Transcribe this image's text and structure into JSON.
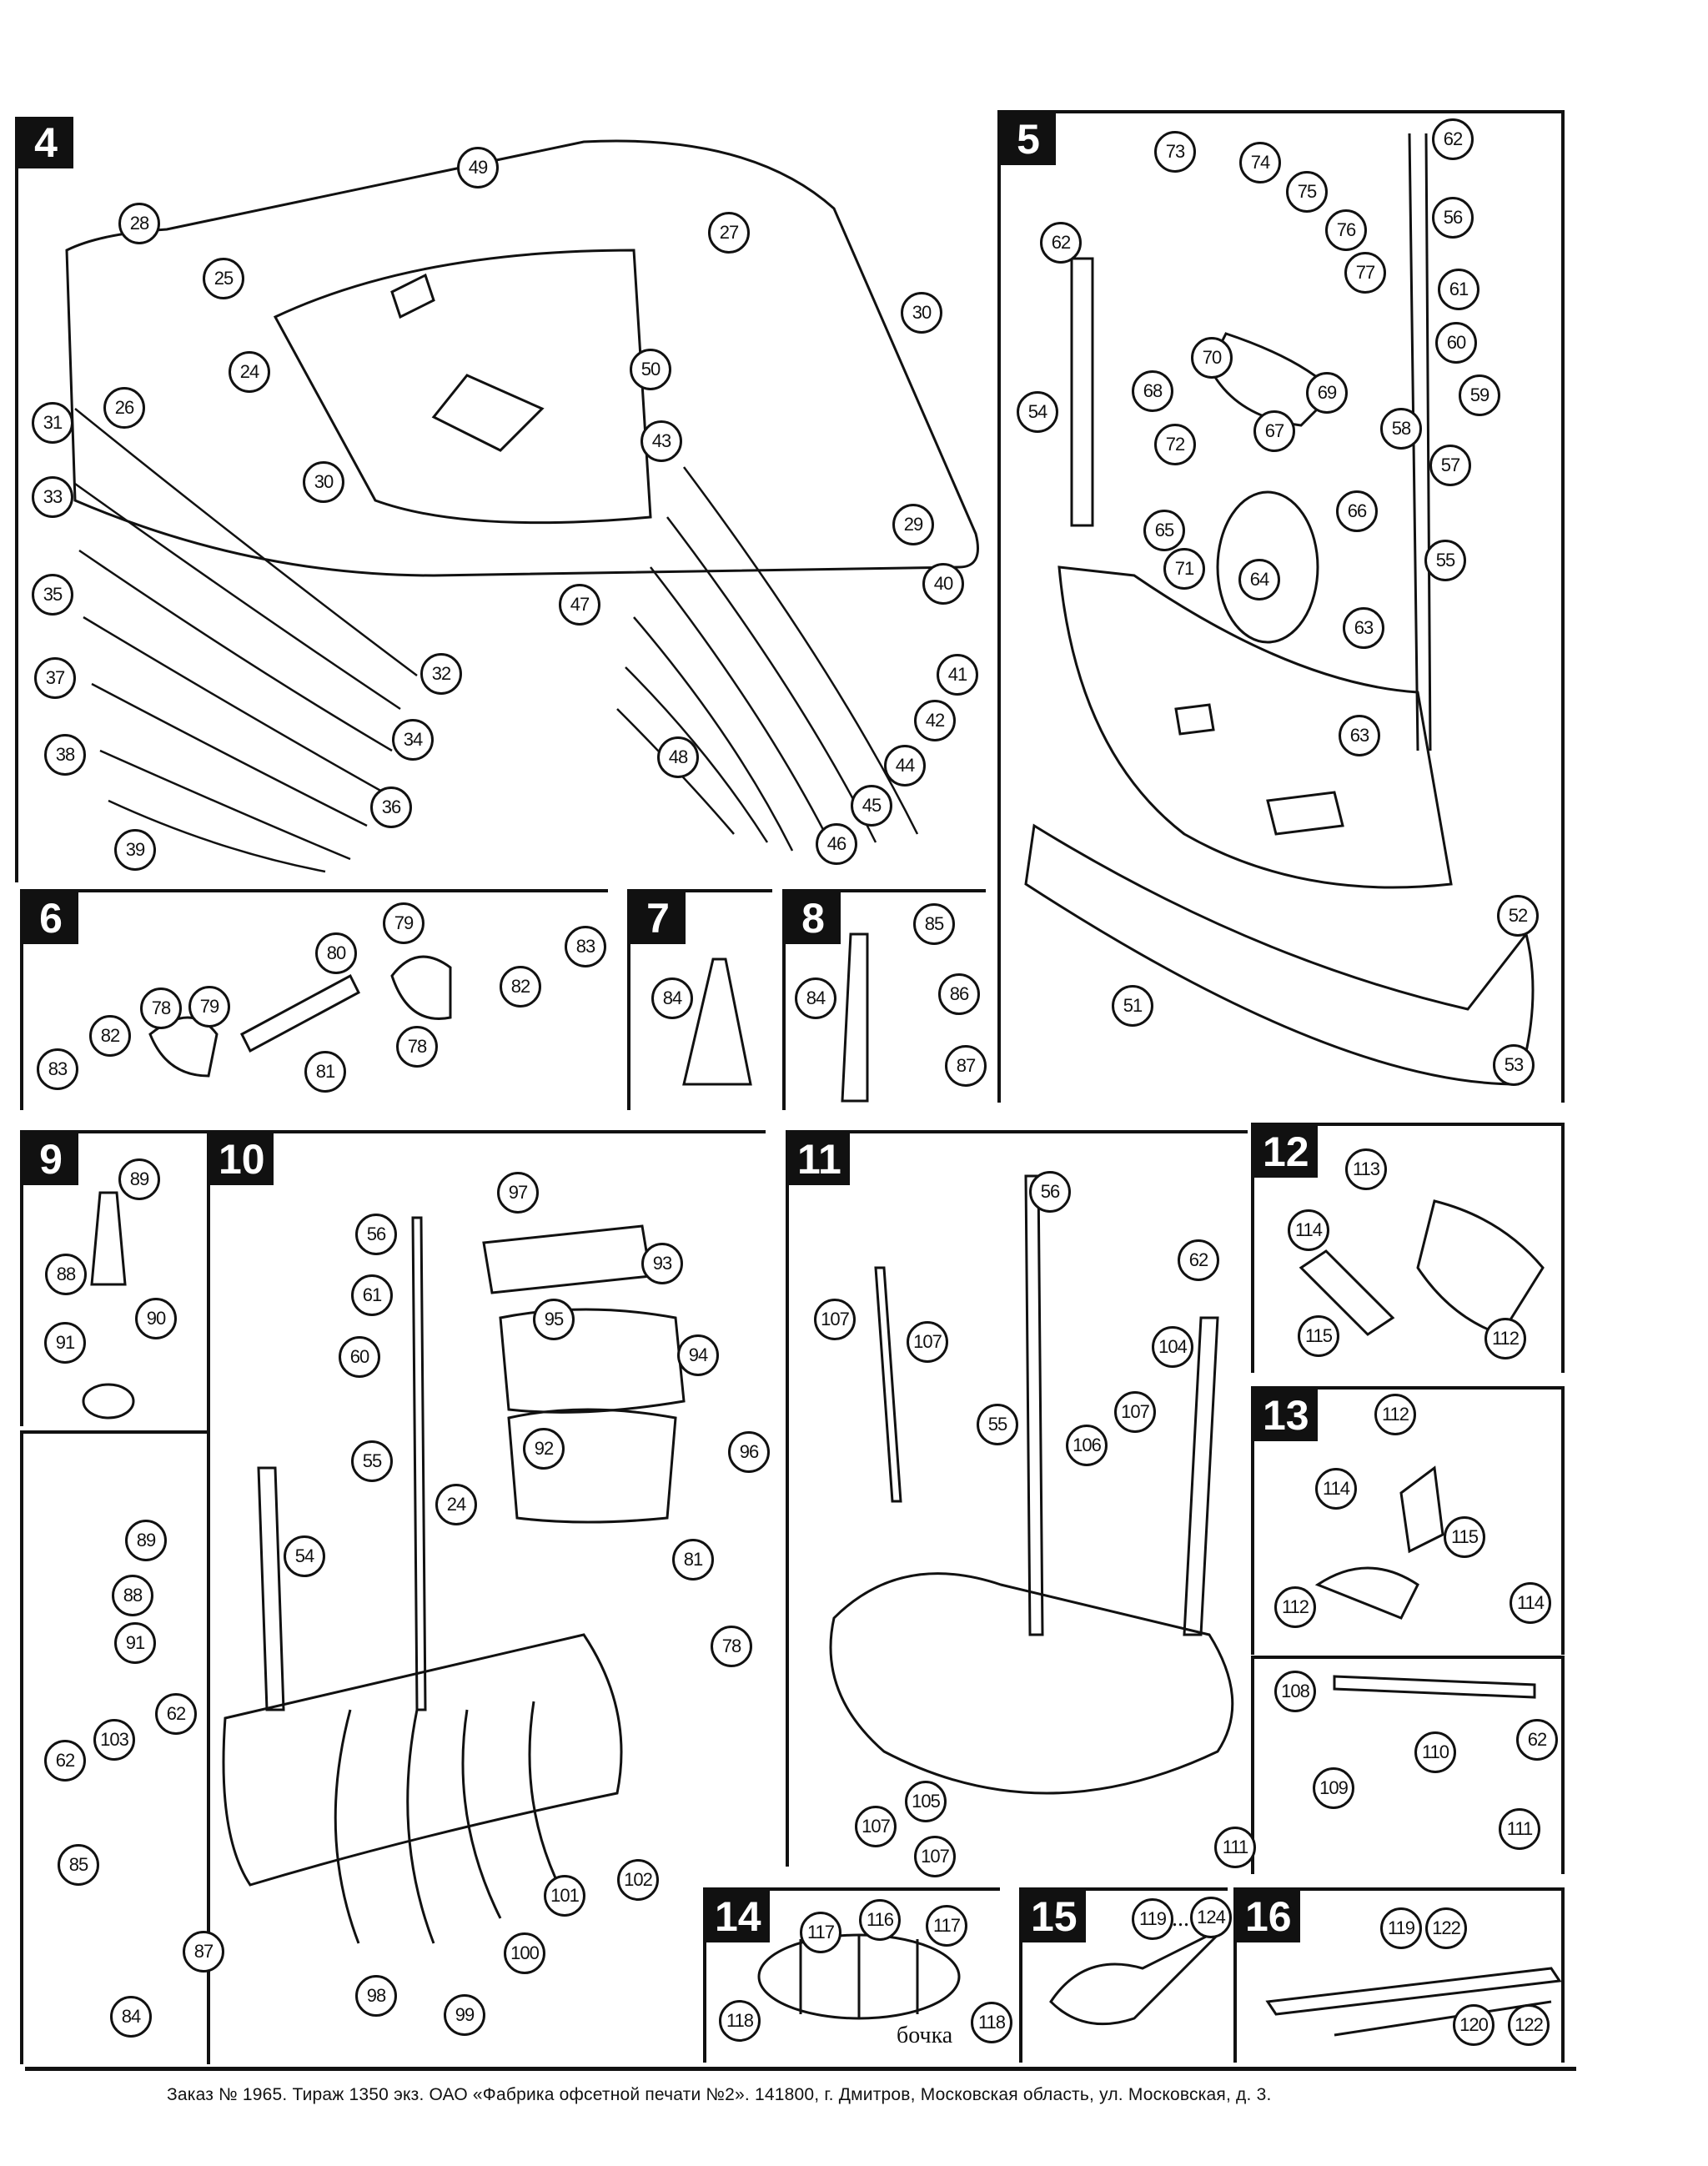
{
  "panels": [
    {
      "number": "4",
      "callouts": [
        "49",
        "28",
        "25",
        "27",
        "30",
        "24",
        "50",
        "26",
        "31",
        "30",
        "43",
        "33",
        "29",
        "35",
        "40",
        "47",
        "32",
        "41",
        "37",
        "34",
        "42",
        "38",
        "44",
        "36",
        "45",
        "48",
        "46",
        "39"
      ]
    },
    {
      "number": "5",
      "callouts": [
        "62",
        "73",
        "74",
        "75",
        "56",
        "76",
        "62",
        "77",
        "61",
        "70",
        "60",
        "68",
        "69",
        "59",
        "54",
        "58",
        "72",
        "67",
        "57",
        "66",
        "65",
        "55",
        "71",
        "64",
        "63",
        "63",
        "52",
        "51",
        "53"
      ]
    },
    {
      "number": "6",
      "callouts": [
        "79",
        "80",
        "83",
        "82",
        "78",
        "79",
        "82",
        "78",
        "83",
        "81"
      ]
    },
    {
      "number": "7",
      "callouts": [
        "84"
      ]
    },
    {
      "number": "8",
      "callouts": [
        "85",
        "84",
        "86",
        "87"
      ]
    },
    {
      "number": "9",
      "callouts": [
        "89",
        "88",
        "90",
        "91"
      ]
    },
    {
      "number": "10",
      "callouts": [
        "97",
        "56",
        "93",
        "61",
        "95",
        "60",
        "94",
        "55",
        "96",
        "92",
        "24",
        "54",
        "81",
        "89",
        "88",
        "91",
        "78",
        "62",
        "103",
        "62",
        "85",
        "101",
        "102",
        "87",
        "100",
        "98",
        "99",
        "84"
      ]
    },
    {
      "number": "11",
      "callouts": [
        "56",
        "62",
        "107",
        "107",
        "104",
        "55",
        "107",
        "106",
        "108",
        "62",
        "110",
        "109",
        "105",
        "111",
        "111",
        "107",
        "107"
      ]
    },
    {
      "number": "12",
      "callouts": [
        "113",
        "114",
        "115",
        "112"
      ]
    },
    {
      "number": "13",
      "callouts": [
        "112",
        "114",
        "115",
        "112",
        "114"
      ]
    },
    {
      "number": "14",
      "callouts": [
        "117",
        "116",
        "117",
        "118",
        "118"
      ],
      "label": "бочка"
    },
    {
      "number": "15",
      "callouts": [
        "119",
        "124"
      ],
      "ellipsis": "..."
    },
    {
      "number": "16",
      "callouts": [
        "119",
        "122",
        "120",
        "122"
      ]
    }
  ],
  "footer": "Заказ № 1965. Тираж  1350 экз.  ОАО «Фабрика офсетной печати  №2». 141800, г. Дмитров, Московская область, ул. Московская, д. 3."
}
